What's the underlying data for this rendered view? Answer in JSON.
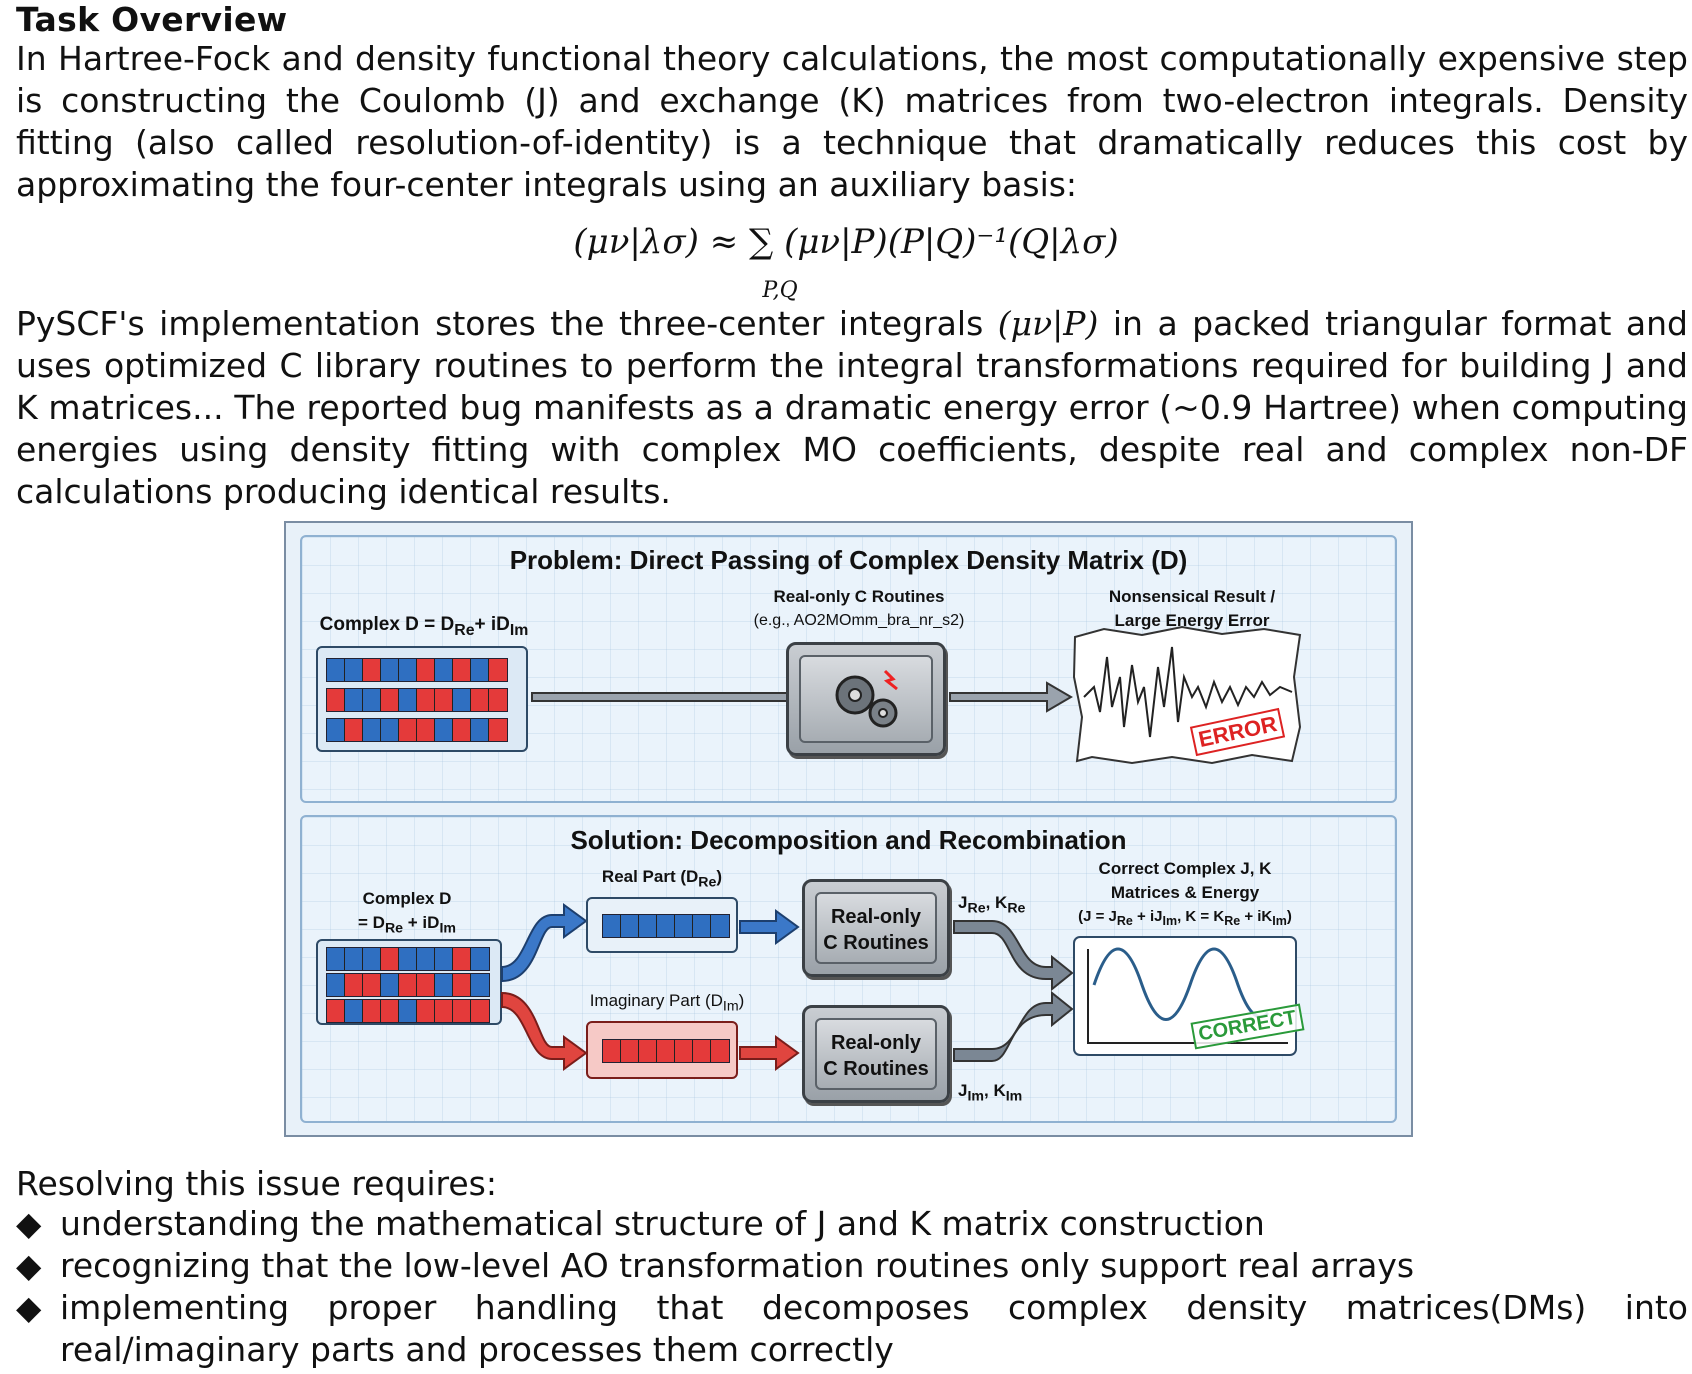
{
  "heading": "Task Overview",
  "intro": "In Hartree-Fock and density functional theory calculations, the most computationally expensive step is constructing the Coulomb (J) and exchange (K) matrices from two-electron integrals. Density fitting (also called resolution-of-identity) is a technique that dramatically reduces this cost by approximating the four-center integrals using an auxiliary basis:",
  "formula": {
    "main": "(μν|λσ) ≈ ∑ (μν|P)(P|Q)⁻¹(Q|λσ)",
    "sum_subscript": "P,Q"
  },
  "paragraph2": {
    "before": "PySCF's implementation stores the three-center integrals ",
    "math": "(μν|P)",
    "after": " in a packed triangular format and uses optimized C library routines to perform the integral transformations required for building J and K matrices... The reported bug manifests as a dramatic energy error (~0.9 Hartree) when computing energies using density fitting with complex MO coefficients, despite real and complex non-DF calculations producing identical results."
  },
  "figure": {
    "problem": {
      "title": "Problem: Direct Passing of Complex Density Matrix (D)",
      "input_label": "Complex D = D",
      "input_sub1": "Re",
      "input_mid": "+ iD",
      "input_sub2": "Im",
      "routine_label": "Real-only C Routines",
      "routine_example": "(e.g., AO2MOmm_bra_nr_s2)",
      "result_label_1": "Nonsensical Result /",
      "result_label_2": "Large Energy Error",
      "stamp": "ERROR"
    },
    "solution": {
      "title": "Solution: Decomposition and Recombination",
      "input_label_1": "Complex D",
      "input_label_2": "= D",
      "input_sub1": "Re",
      "input_mid": " + iD",
      "input_sub2": "Im",
      "real_part": "Real Part (D",
      "real_sub": "Re",
      "imag_part": "Imaginary Part (D",
      "imag_sub": "Im",
      "close_paren": ")",
      "routine_1": "Real-only",
      "routine_2": "C Routines",
      "out_real": "J",
      "out_real_sub": "Re",
      "out_real_k": ", K",
      "out_real_ksub": "Re",
      "out_imag": "J",
      "out_imag_sub": "Im",
      "out_imag_k": ", K",
      "out_imag_ksub": "Im",
      "result_1": "Correct Complex J, K",
      "result_2": "Matrices & Energy",
      "result_3": "(J = J",
      "r3_s1": "Re",
      "r3_t2": " + iJ",
      "r3_s2": "Im",
      "r3_t3": ", K = K",
      "r3_s3": "Re",
      "r3_t4": " + iK",
      "r3_s4": "Im",
      "r3_t5": ")",
      "stamp": "CORRECT"
    }
  },
  "requirements_title": "Resolving this issue requires:",
  "bullet_glyph": "◆",
  "requirements": [
    "understanding the mathematical structure of J and K matrix construction",
    "recognizing that the low-level AO transformation routines only support real arrays",
    "implementing proper handling that decomposes complex density matrices(DMs) into real/imaginary parts and processes them correctly"
  ]
}
